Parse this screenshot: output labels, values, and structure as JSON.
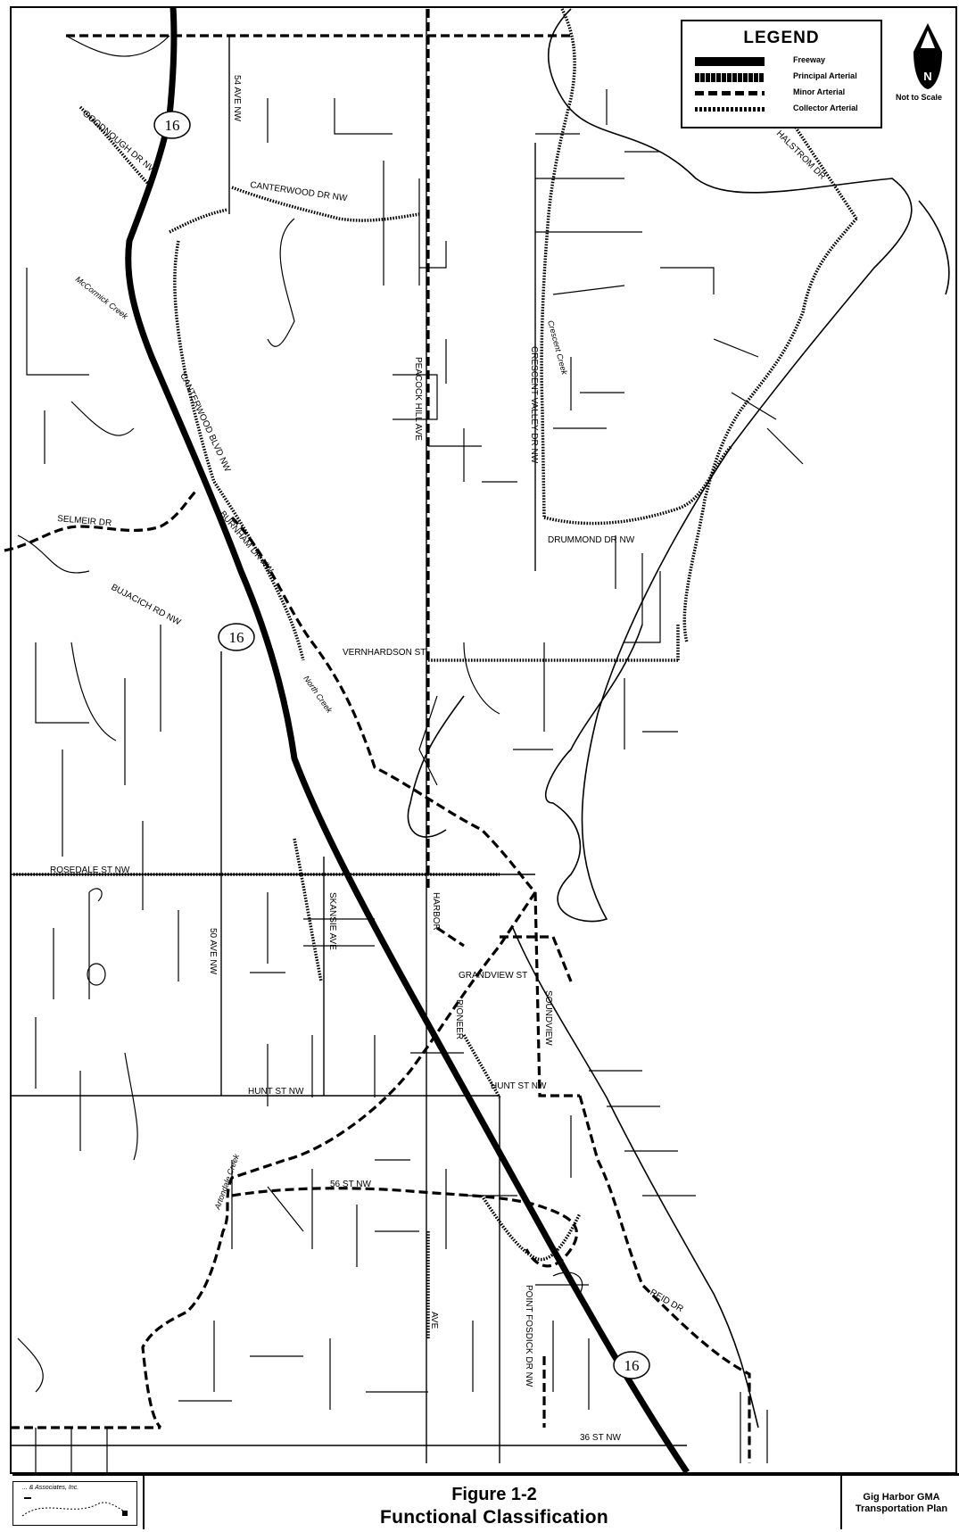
{
  "legend": {
    "title": "LEGEND",
    "items": [
      {
        "label": "Freeway",
        "style": "freeway"
      },
      {
        "label": "Principal Arterial",
        "style": "principal"
      },
      {
        "label": "Minor Arterial",
        "style": "minor"
      },
      {
        "label": "Collector Arterial",
        "style": "collector"
      }
    ]
  },
  "north_arrow": {
    "letter": "N",
    "note": "Not to Scale"
  },
  "route_shields": [
    "16",
    "16",
    "16"
  ],
  "road_labels": {
    "ave54": "54 AVE NW",
    "goodnough": "GOODNOUGH DR NW",
    "canterwood": "CANTERWOOD DR NW",
    "canterwood_blvd": "CANTERWOOD BLVD NW",
    "halstrom": "HALSTROM DR",
    "peacock": "PEACOCK HILL AVE",
    "crescent": "CRESCENT VALLEY DR NW",
    "drummond": "DRUMMOND DR NW",
    "selmeir": "SELMEIR DR",
    "burnham": "BURNHAM DR NW",
    "bujacich": "BUJACICH RD NW",
    "vernhardson": "VERNHARDSON ST",
    "rosedale": "ROSEDALE ST NW",
    "skansie": "SKANSIE AVE",
    "ave50": "50 AVE NW",
    "hunt1": "HUNT ST NW",
    "hunt2": "HUNT ST NW",
    "harbor": "HARBOR",
    "grandview": "GRANDVIEW ST",
    "soundview": "SOUNDVIEW",
    "pioneer": "PIONEER",
    "st56": "56 ST NW",
    "point_fosdick": "POINT FOSDICK DR NW",
    "ave": "AVE",
    "reid": "REID DR",
    "st36": "36 ST NW"
  },
  "creek_labels": {
    "mccormick": "McCormick Creek",
    "crescent_creek": "Crescent Creek",
    "north_creek": "North Creek",
    "artondale": "Artondale Creek"
  },
  "footer": {
    "logo_text": "... & Associates, Inc.",
    "figure_number": "Figure 1-2",
    "figure_title": "Functional Classification",
    "plan_line1": "Gig Harbor GMA",
    "plan_line2": "Transportation Plan"
  },
  "colors": {
    "ink": "#000000",
    "paper": "#ffffff"
  }
}
